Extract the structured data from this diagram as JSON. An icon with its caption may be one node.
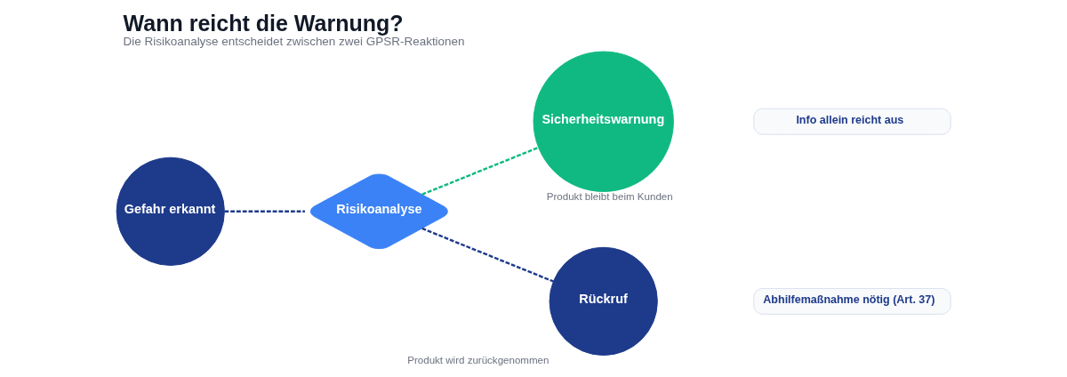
{
  "diagram": {
    "title": "Wann reicht die Warnung?",
    "caption": "Die Risikoanalyse entscheidet zwischen zwei GPSR-Reaktionen",
    "nodes": [
      {
        "text": [
          "Gefahr erkannt"
        ]
      },
      {
        "text": [
          "Risikoanalyse"
        ]
      },
      {
        "text": [
          "Sicherheitswarnung"
        ],
        "beside": [
          "Produkt bleibt beim Kunden"
        ]
      },
      {
        "text": [
          "Rückruf"
        ],
        "beside": [
          "Produkt wird zurückgenommen"
        ]
      },
      {
        "text": [
          "Info allein reicht aus"
        ]
      },
      {
        "text": [
          "Abhilfemaßnahme nötig (Art. 37)"
        ]
      }
    ],
    "edges": [
      {
        "from": 0,
        "to": 1,
        "arrow": "none",
        "style": "dashed"
      },
      {
        "from": 1,
        "to": 2,
        "arrow": "none",
        "style": "dashed",
        "color": "#10b981"
      },
      {
        "from": 1,
        "to": 3,
        "arrow": "none",
        "style": "dashed"
      }
    ]
  }
}
